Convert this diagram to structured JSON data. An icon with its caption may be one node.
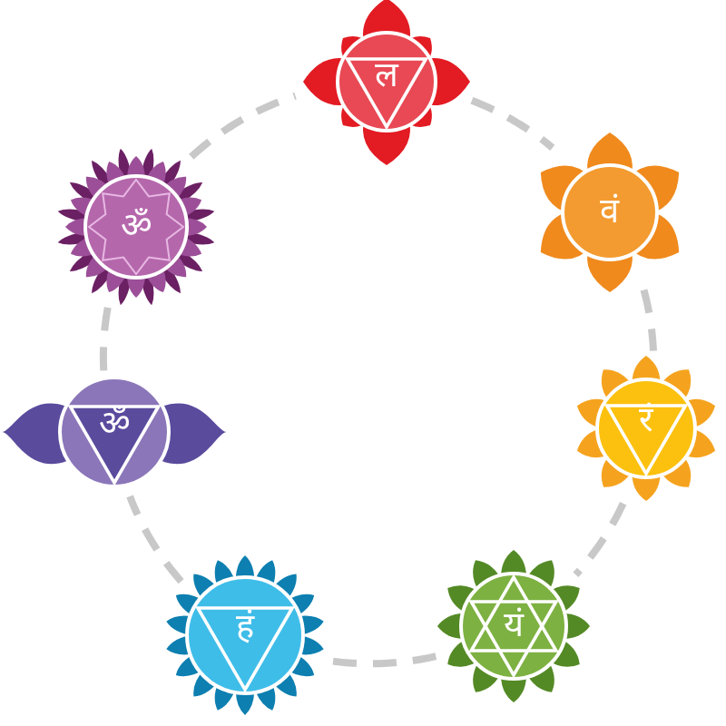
{
  "diagram": {
    "nodes": [
      {
        "text": [
          "ल"
        ]
      },
      {
        "text": [
          "वं"
        ]
      },
      {
        "text": [
          "रं"
        ]
      },
      {
        "text": [
          "यं"
        ]
      },
      {
        "text": [
          "हं"
        ]
      },
      {
        "text": [
          "ॐ"
        ]
      },
      {
        "text": [
          "ॐ"
        ]
      }
    ],
    "edges": [
      {
        "from": 0,
        "to": 1,
        "arrow": "none",
        "style": "dashed"
      },
      {
        "from": 1,
        "to": 2,
        "arrow": "none",
        "style": "dashed"
      },
      {
        "from": 2,
        "to": 3,
        "arrow": "none",
        "style": "dashed"
      },
      {
        "from": 3,
        "to": 4,
        "arrow": "none",
        "style": "dashed"
      },
      {
        "from": 4,
        "to": 5,
        "arrow": "none",
        "style": "dashed"
      },
      {
        "from": 5,
        "to": 6,
        "arrow": "none",
        "style": "dashed"
      },
      {
        "from": 6,
        "to": 0,
        "arrow": "none",
        "style": "dashed"
      }
    ]
  }
}
